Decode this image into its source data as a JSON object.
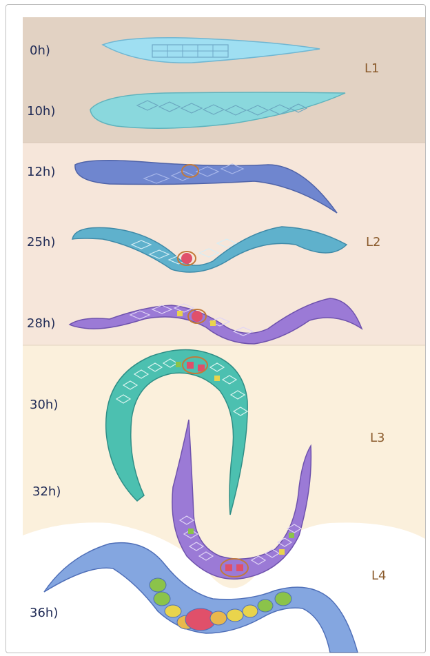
{
  "figure": {
    "time_labels": [
      "0h)",
      "10h)",
      "12h)",
      "25h)",
      "28h)",
      "30h)",
      "32h)",
      "36h)"
    ],
    "stage_labels": [
      "L1",
      "L2",
      "L3",
      "L4"
    ]
  },
  "colors": {
    "band_l1": "#e2d2c3",
    "band_l2": "#f6e6da",
    "band_l3": "#fbf0dc",
    "worm_l1": "#9fdff2",
    "worm_10h": "#8ad8dd",
    "worm_12h": "#6f86cf",
    "worm_25h": "#5fb1cc",
    "worm_purple": "#9b7ad6",
    "worm_teal": "#4cc0b0",
    "worm_36h": "#84a6e0",
    "time_text": "#1f2a55",
    "stage_text": "#8a5a2b"
  }
}
